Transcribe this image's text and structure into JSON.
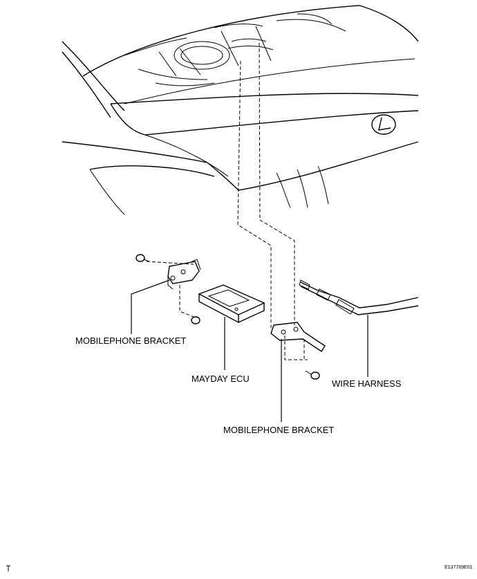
{
  "labels": {
    "mobilephone_bracket_left": "MOBILEPHONE BRACKET",
    "mayday_ecu": "MAYDAY ECU",
    "wire_harness": "WIRE HARNESS",
    "mobilephone_bracket_bottom": "MOBILEPHONE BRACKET"
  },
  "figure_code": "E137769E01"
}
